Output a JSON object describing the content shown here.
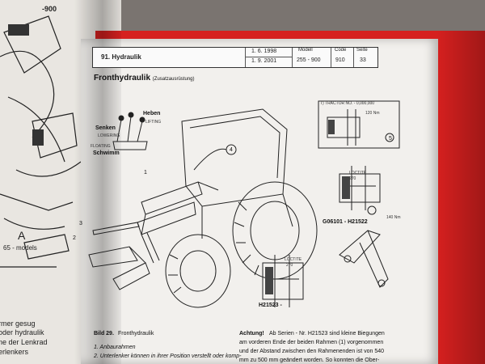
{
  "left_page": {
    "fragments": [
      "-900",
      "A",
      "65 - models",
      "rmer gesug",
      "oder hydraulik",
      "ne der Lenkrad",
      "erlenkers"
    ]
  },
  "header": {
    "section_title": "91. Hydraulik",
    "date_from": "1. 6. 1998",
    "date_to": "1. 9. 2001",
    "model_label": "Modell",
    "model_value": "255 - 900",
    "code_label": "Code",
    "code_value": "910",
    "page_label": "Seite",
    "page_value": "33"
  },
  "heading": {
    "title": "Fronthydraulik",
    "subtitle": "(Zusatzausrüstung)"
  },
  "diagram_labels": {
    "heben": "Heben",
    "lifting": "LIFTING",
    "senken": "Senken",
    "lowering": "LOWERING",
    "floating": "FLOATING",
    "schwimm": "Schwimm",
    "tractor_no": "T) TRACTOR NO. - 0,000,000",
    "mm120": "120 Nm",
    "loctite1": "LOCTITE",
    "loctite1_num": "270",
    "part_range": "G06101 - H21522",
    "nm140": "140 Nm",
    "loctite2": "LOCTITE",
    "loctite2_num": "270",
    "part_low": "H21523 -",
    "num1": "1",
    "num2": "2",
    "num3": "3",
    "num4": "4",
    "num5": "5"
  },
  "caption": {
    "bild_label": "Bild 29.",
    "bild_title": "Fronthydraulik",
    "item1": "1. Anbaurahmen",
    "item2": "2. Unterlenker können in ihrer Position verstellt oder komp-"
  },
  "notice": {
    "achtung": "Achtung!",
    "line1_rest": "Ab Serien - Nr. H21523 sind kleine Biegungen",
    "line2": "am vorderen Ende der beiden Rahmen (1) vorgenommen",
    "line3": "und der Abstand zwischen den Rahmenenden ist von  540",
    "line4": "mm zu 500 mm  geändert worden. So konnten die Ober-"
  }
}
